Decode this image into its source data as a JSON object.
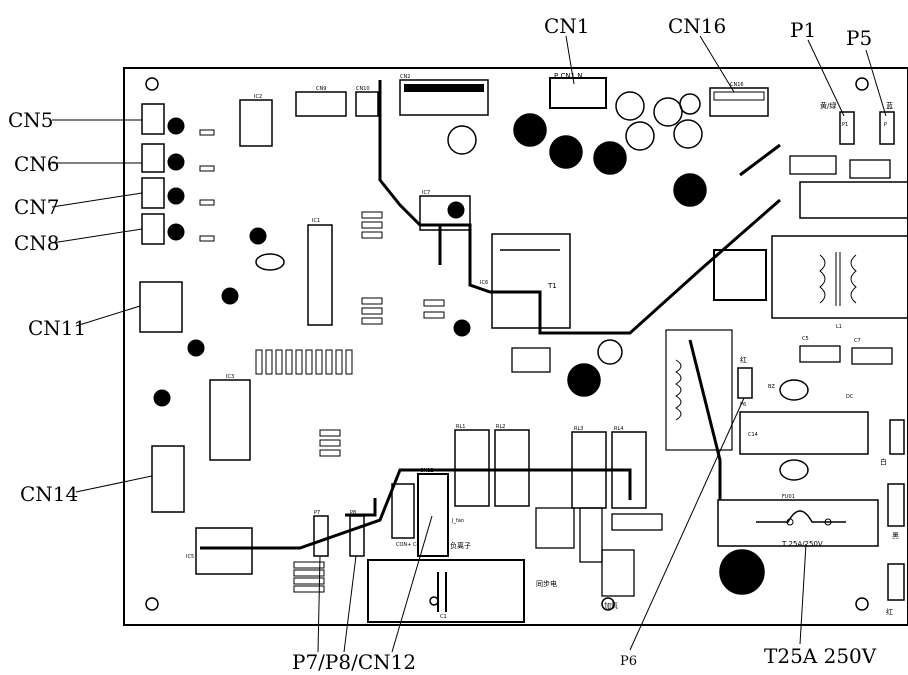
{
  "callouts": {
    "cn5": "CN5",
    "cn6": "CN6",
    "cn7": "CN7",
    "cn8": "CN8",
    "cn11": "CN11",
    "cn14": "CN14",
    "cn1": "CN1",
    "cn16": "CN16",
    "p1": "P1",
    "p5": "P5",
    "p7p8cn12": "P7/P8/CN12",
    "p6": "P6",
    "fuse_rating": "T25A 250V"
  },
  "board_labels": {
    "cn1_pins": "P   CN1   N",
    "cn2": "CN2",
    "cn9": "CN9",
    "cn10": "CN10",
    "cn16_silk": "CN16",
    "p1_silk": "P1",
    "p5_silk": "P",
    "yellow_green": "黄/绿",
    "blue": "蓝",
    "red_p6": "红",
    "white": "白",
    "red_p2": "红",
    "black": "黑",
    "t1": "T1",
    "fuse_silk": "T 25A/250V",
    "fu01": "FU01",
    "ic1": "IC1",
    "ic2": "IC2",
    "ic3": "IC3",
    "ic5": "IC5",
    "ic6": "IC6",
    "ic7": "IC7",
    "cn12_silk": "CN12",
    "cn12_sub": "CON+  C-",
    "sw_label": "负离子",
    "fan_label": "同步电",
    "heat_label": "加氧",
    "p7": "P7",
    "p8": "P8",
    "p6_silk": "P6",
    "l1": "L1",
    "rl1": "RL1",
    "rl2": "RL2",
    "rl3": "RL3",
    "rl4": "RL4",
    "c1": "C1",
    "c5": "C5",
    "c7": "C7",
    "c14": "C14",
    "bz": "BZ",
    "dc": "DC",
    "jumper": "J_fan"
  }
}
